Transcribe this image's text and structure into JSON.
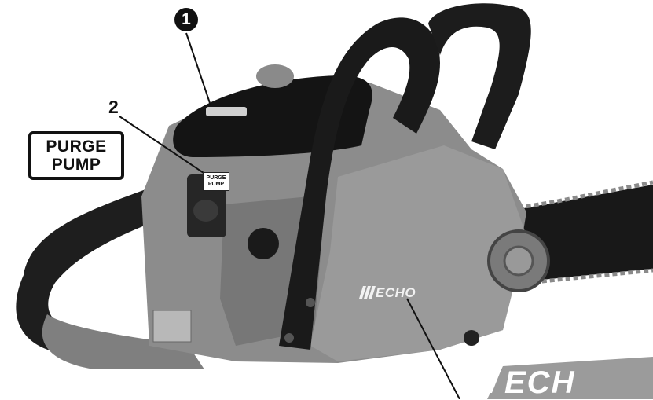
{
  "callouts": {
    "one": "1",
    "two": "2"
  },
  "labels": {
    "purge_line1": "PURGE",
    "purge_line2": "PUMP",
    "purge_small_line1": "PURGE",
    "purge_small_line2": "PUMP"
  },
  "branding": {
    "side_text": "ECHO",
    "corner_text": "ECH"
  }
}
